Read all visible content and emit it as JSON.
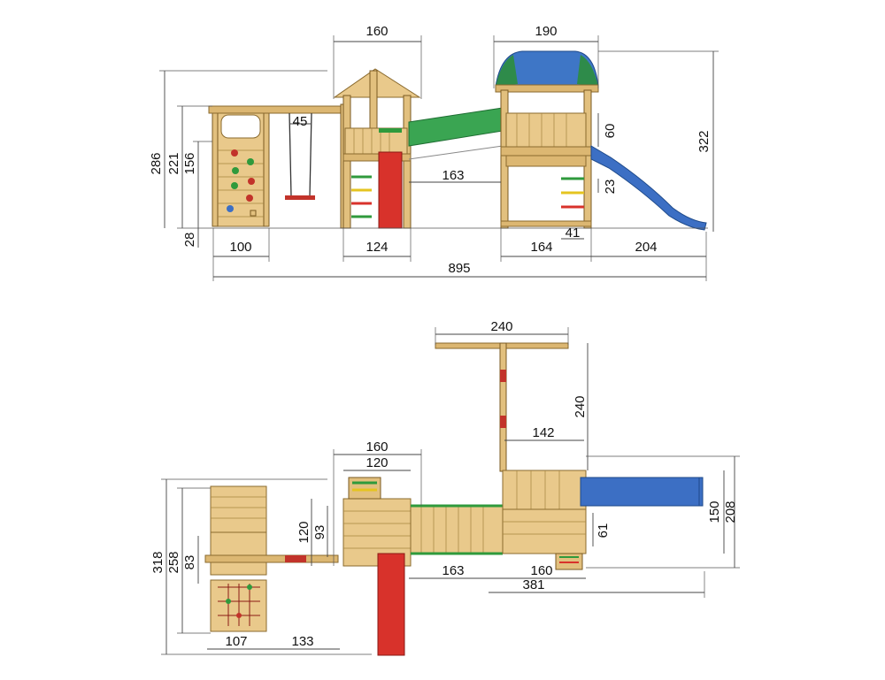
{
  "colors": {
    "wood": "#e9c98b",
    "wood_dark": "#dcb772",
    "slide_green": "#3aa552",
    "slide_red": "#d8322b",
    "slide_blue": "#3c6fc4",
    "roof_blue": "#3e76c6",
    "roof_green": "#2e8b4a",
    "hold_green": "#2f9a3c",
    "hold_red": "#c2332a",
    "dimension_line": "#444444"
  },
  "side_view": {
    "dims": {
      "tower1_width_top": "160",
      "tower2_width_top": "190",
      "swing_gap": "45",
      "deck_height_right": "60",
      "bridge_length": "163",
      "rung_spacing": "23",
      "total_height": "322",
      "height_286": "286",
      "height_221": "221",
      "height_156": "156",
      "ground_28": "28",
      "wall_width": "100",
      "tower1_base": "124",
      "tower2_base": "164",
      "ladder_41": "41",
      "slide_reach": "204",
      "overall_length": "895"
    }
  },
  "top_view": {
    "dims": {
      "beam_length": "240",
      "beam_height": "240",
      "deck_142": "142",
      "tower1_outer": "160",
      "tower1_inner": "120",
      "h_120": "120",
      "h_93": "93",
      "bridge_163": "163",
      "deck_160": "160",
      "span_381": "381",
      "slide_150": "150",
      "slide_208": "208",
      "ladder_61": "61",
      "left_318": "318",
      "left_258": "258",
      "left_83": "83",
      "wall_107": "107",
      "gap_133": "133"
    }
  }
}
